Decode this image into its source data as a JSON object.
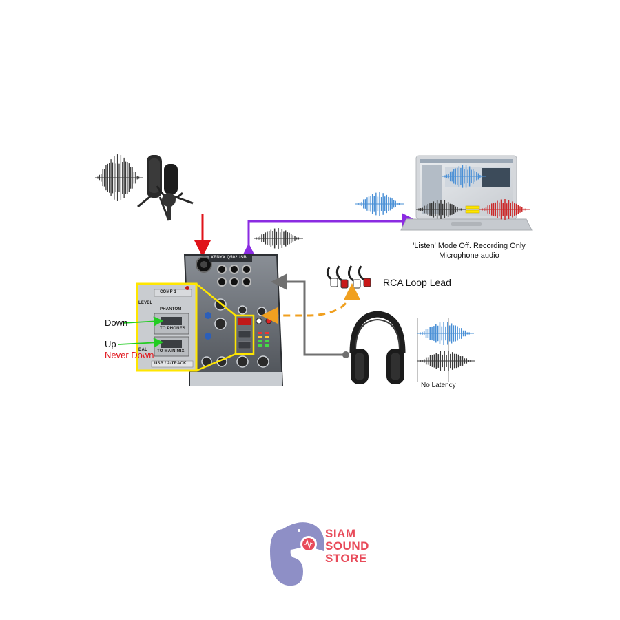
{
  "labels": {
    "rca_loop_lead": "RCA Loop Lead",
    "listen_mode": "'Listen' Mode Off. Recording Only Microphone audio",
    "no_latency": "No Latency",
    "down": "Down",
    "up": "Up",
    "never_down": "Never Down"
  },
  "mixer_panel": {
    "model": "XENYX Q502USB",
    "comp_label": "COMP 1",
    "level_label": "LEVEL",
    "phantom_label": "PHANTOM",
    "to_phones": "TO PHONES",
    "to_main_mix": "TO MAIN MIX",
    "usb_label": "USB / 2-TRACK",
    "bal_label": "BAL"
  },
  "logo": {
    "line1": "SIAM",
    "line2": "SOUND",
    "line3": "STORE"
  },
  "colors": {
    "mic_arrow": "#e0131a",
    "computer_arrow": "#8b2be2",
    "rca_arrow": "#f0a020",
    "headphone_line": "#707070",
    "highlight": "#ffe600",
    "guide_arrow": "#22cc22",
    "wave_dark": "#3a3a3a",
    "wave_blue": "#4a90d6",
    "wave_red": "#cc2a2a",
    "logo_purple": "#8e8fc6",
    "logo_red": "#e84b5a"
  },
  "icons": {
    "microphone": "condenser-microphone-icon",
    "mixer": "mixer-console-icon",
    "laptop": "laptop-icon",
    "headphones": "headphones-icon",
    "rca_cable": "rca-cable-icon",
    "logo": "elephant-logo-icon"
  }
}
